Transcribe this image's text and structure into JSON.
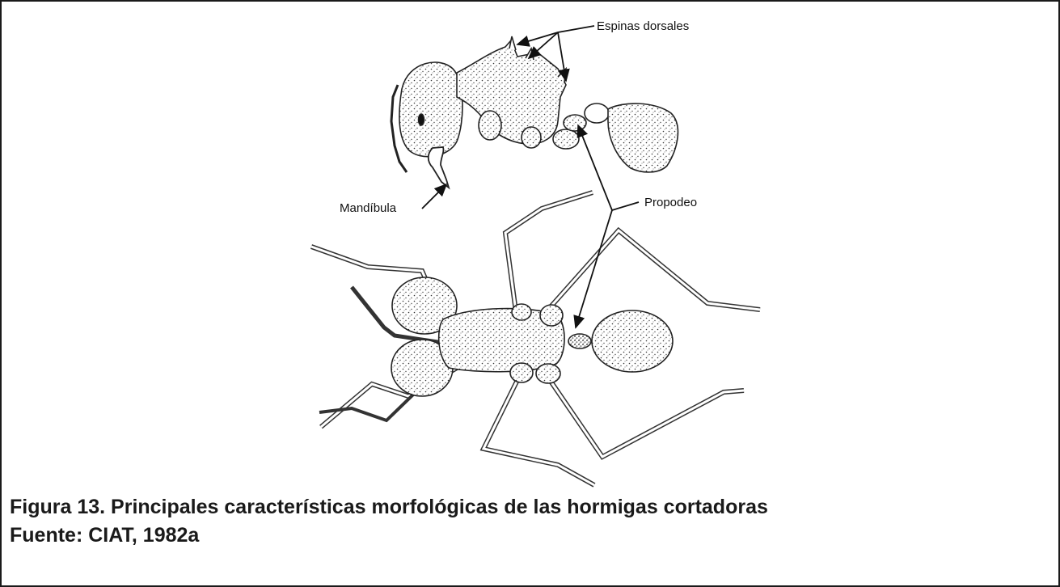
{
  "figure": {
    "labels": {
      "dorsal_spines": "Espinas dorsales",
      "mandible": "Mandíbula",
      "propodeum": "Propodeo"
    }
  },
  "caption": {
    "title": "Figura 13. Principales características morfológicas de las hormigas cortadoras",
    "source": "Fuente: CIAT, 1982a"
  }
}
